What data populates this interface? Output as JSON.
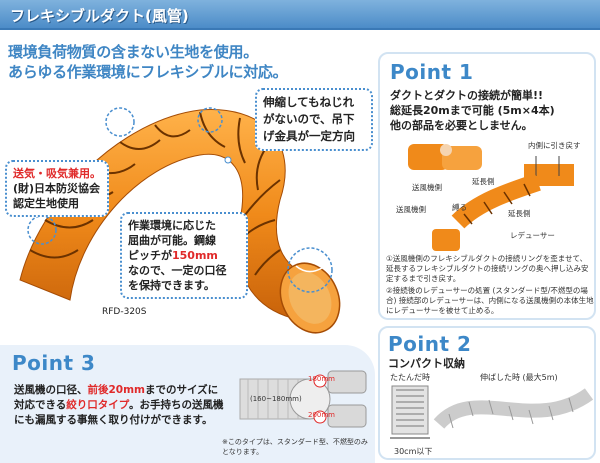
{
  "header": {
    "title": "フレキシブルダクト(風管)"
  },
  "headline": {
    "line1": "環境負荷物質の含まない生地を使用。",
    "line2": "あらゆる作業環境にフレキシブルに対応。"
  },
  "callout_stretch": {
    "line1": "伸縮してもねじれ",
    "line2": "がないので、吊下",
    "line3": "げ金具が一定方向"
  },
  "callout_material": {
    "line1": "送気・吸気兼用。",
    "line2": "(財)日本防災協会",
    "line3": "認定生地使用"
  },
  "callout_bend": {
    "line1": "作業環境に応じた",
    "line2": "屈曲が可能。鋼線",
    "line3a": "ピッチが",
    "line3b": "150mm",
    "line4": "なので、一定の口径",
    "line5": "を保持できます。"
  },
  "model": "RFD-320S",
  "point1": {
    "title": "Point 1",
    "line1": "ダクトとダクトの接続が簡単!!",
    "line2": "総延長20mまで可能 (5m×4本)",
    "line3": "他の部品を必要としません。",
    "labels": {
      "pull": "内側に引き戻す",
      "blower": "送風機側",
      "ext1": "延長側",
      "blower2": "送風機側",
      "tie": "縛る",
      "ext2": "延長側",
      "reducer": "レデューサー"
    },
    "note1": "①送風機側のフレキシブルダクトの接続リングを歪ませて、延長するフレキシブルダクトの接続リングの奥へ押し込み安定するまで引き戻す。",
    "note2": "②接続後のレデューサーの処置 (スタンダード型/不燃型の場合) 接続部のレデューサーは、内側になる送風機側の本体生地にレデューサーを被せて止める。"
  },
  "point2": {
    "title": "Point 2",
    "subtitle": "コンパクト収納",
    "folded": "たたんだ時",
    "extended": "伸ばした時 (最大5m)",
    "size": "30cm以下"
  },
  "point3": {
    "title": "Point 3",
    "line1a": "送風機の口径、",
    "line1b": "前後20mm",
    "line1c": "までのサイズに",
    "line2a": "対応できる",
    "line2b": "絞り口タイプ",
    "line2c": "。お手持ちの送風機",
    "line3": "にも漏風する事無く取り付けができます。",
    "dims": {
      "a": "180mm",
      "b": "(160~180mm)",
      "c": "200mm"
    },
    "note": "※このタイプは、スタンダード型、不燃型のみとなります。"
  },
  "colors": {
    "accent": "#3d88c8",
    "orange": "#f08a1a",
    "red": "#e02a2a"
  }
}
